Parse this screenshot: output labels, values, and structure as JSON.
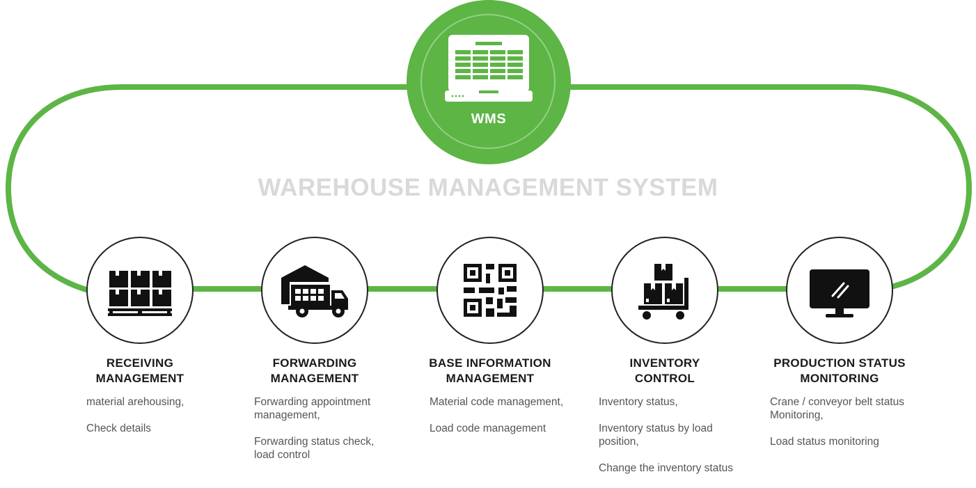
{
  "hub": {
    "label": "WMS",
    "icon": "laptop-spreadsheet-icon"
  },
  "title": "WAREHOUSE MANAGEMENT SYSTEM",
  "colors": {
    "accent": "#5cb545",
    "title": "#d9d9d9",
    "icon": "#111111",
    "text": "#555555"
  },
  "modules": [
    {
      "title_line1": "RECEIVING",
      "title_line2": "MANAGEMENT",
      "icon": "pallet-boxes-icon",
      "items": [
        "material arehousing,",
        "Check details"
      ]
    },
    {
      "title_line1": "FORWARDING",
      "title_line2": "MANAGEMENT",
      "icon": "delivery-truck-icon",
      "items": [
        "Forwarding appointment management,",
        "Forwarding status check, load control"
      ]
    },
    {
      "title_line1": "BASE INFORMATION",
      "title_line2": "MANAGEMENT",
      "icon": "qr-code-icon",
      "items": [
        "Material code management,",
        "Load code management"
      ]
    },
    {
      "title_line1": "INVENTORY",
      "title_line2": "CONTROL",
      "icon": "cart-boxes-icon",
      "items": [
        "Inventory status,",
        "Inventory status by load position,",
        "Change the inventory status"
      ]
    },
    {
      "title_line1": "PRODUCTION STATUS",
      "title_line2": "MONITORING",
      "icon": "monitor-icon",
      "items": [
        "Crane / conveyor belt status Monitoring,",
        "Load status monitoring"
      ]
    }
  ]
}
